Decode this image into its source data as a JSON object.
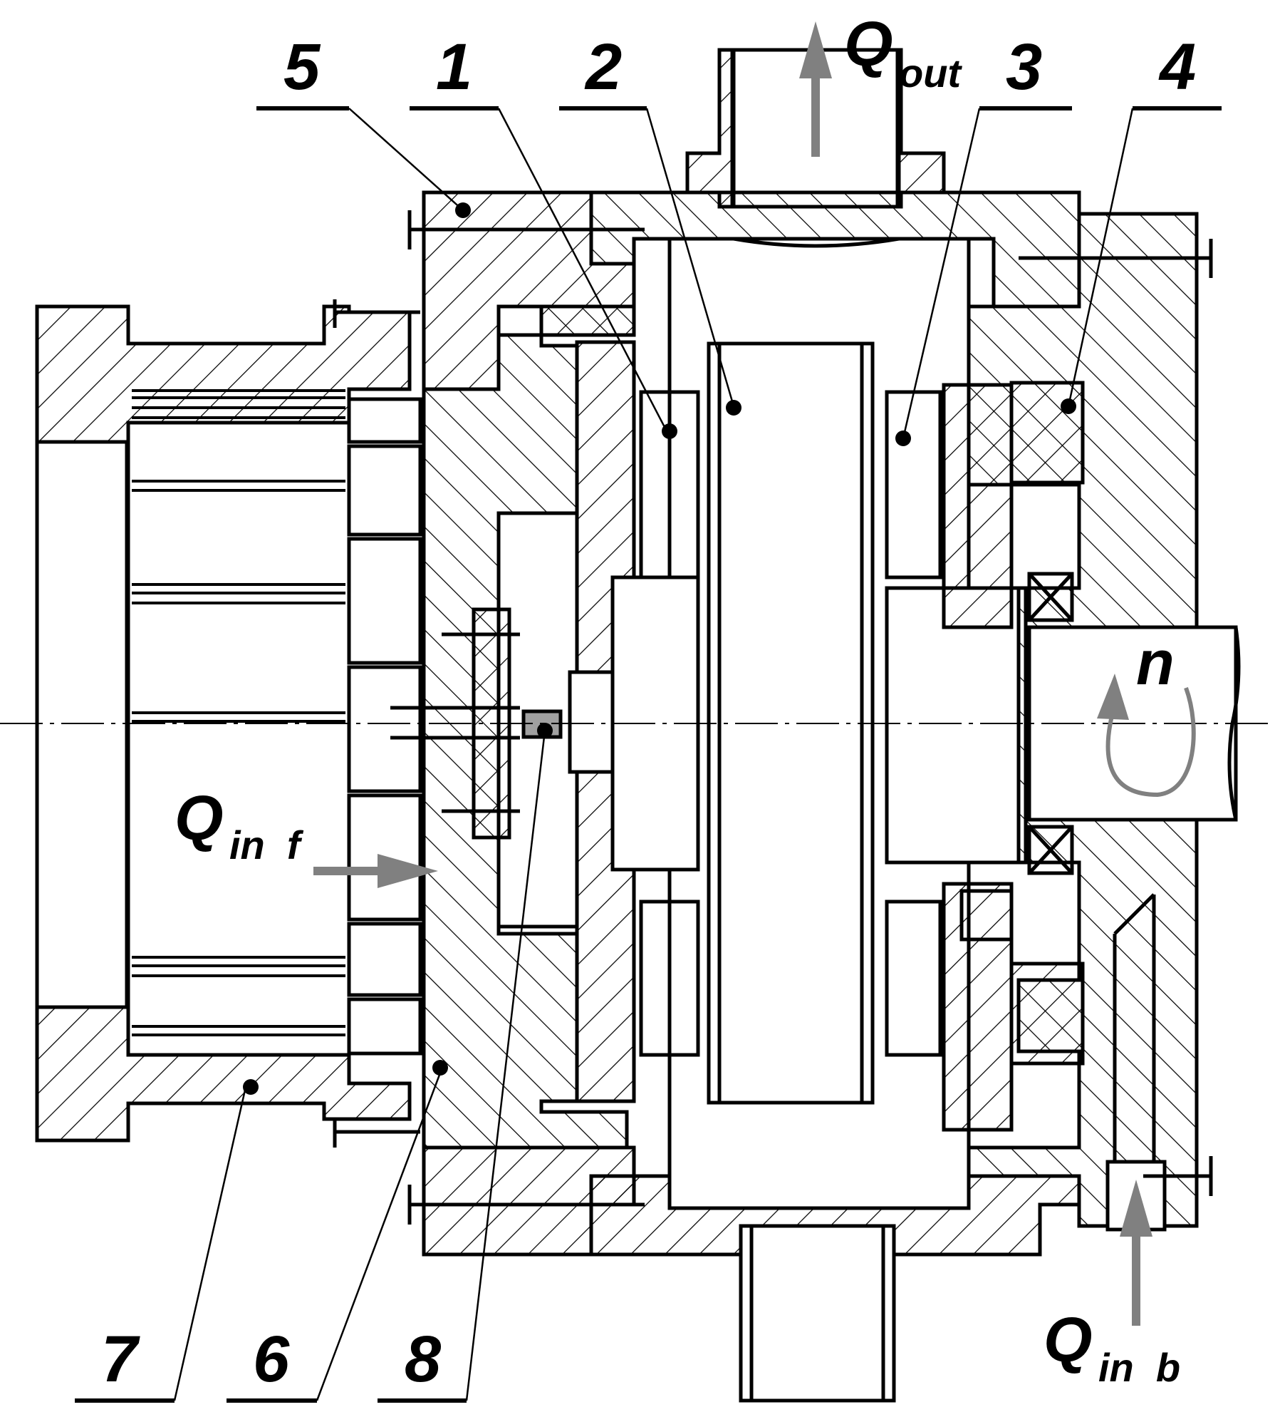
{
  "callouts": [
    {
      "id": "5",
      "text": "5"
    },
    {
      "id": "1",
      "text": "1"
    },
    {
      "id": "2",
      "text": "2"
    },
    {
      "id": "3",
      "text": "3"
    },
    {
      "id": "4",
      "text": "4"
    },
    {
      "id": "7",
      "text": "7"
    },
    {
      "id": "6",
      "text": "6"
    },
    {
      "id": "8",
      "text": "8"
    }
  ],
  "flows": {
    "out": {
      "main": "Q",
      "sub": "out"
    },
    "in_front": {
      "main": "Q",
      "sub": "in  f"
    },
    "in_back": {
      "main": "Q",
      "sub": "in  b"
    }
  },
  "rotation": {
    "label": "n"
  },
  "colors": {
    "line": "#000000",
    "arrow": "#808080",
    "key": "#a0a0a0"
  }
}
